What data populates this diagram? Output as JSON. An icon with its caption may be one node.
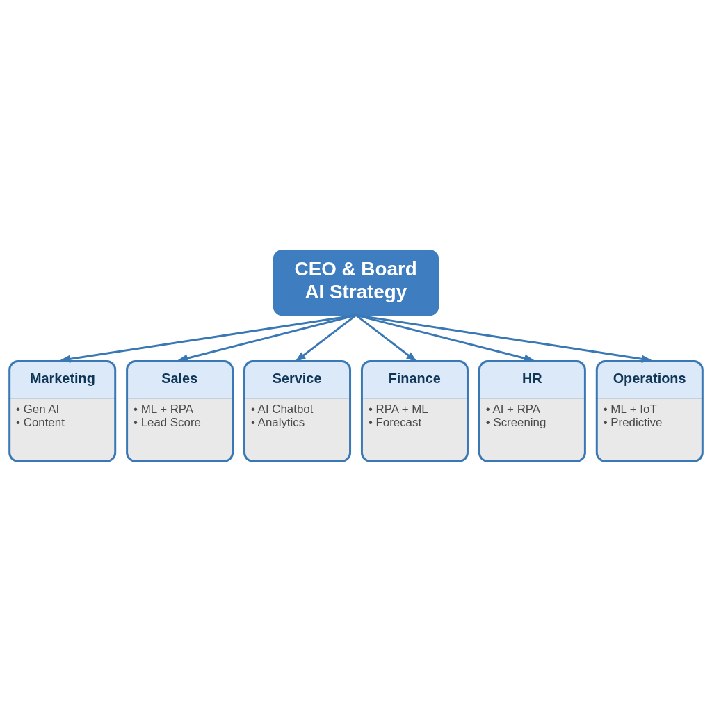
{
  "diagram": {
    "nodes": [
      {
        "text": [
          "CEO & Board AI Strategy"
        ]
      },
      {
        "text": [
          "Marketing",
          "• Gen AI",
          "• Content"
        ]
      },
      {
        "text": [
          "Sales",
          "• ML + RPA",
          "• Lead Score"
        ]
      },
      {
        "text": [
          "Service",
          "• AI Chatbot",
          "• Analytics"
        ]
      },
      {
        "text": [
          "Finance",
          "• RPA + ML",
          "• Forecast"
        ]
      },
      {
        "text": [
          "HR",
          "• AI + RPA",
          "• Screening"
        ]
      },
      {
        "text": [
          "Operations",
          "• ML + IoT",
          "• Predictive"
        ]
      }
    ],
    "edges": [
      {
        "from": 0,
        "to": 1,
        "arrow": "to"
      },
      {
        "from": 0,
        "to": 2,
        "arrow": "to"
      },
      {
        "from": 0,
        "to": 3,
        "arrow": "to"
      },
      {
        "from": 0,
        "to": 4,
        "arrow": "to"
      },
      {
        "from": 0,
        "to": 5,
        "arrow": "to"
      },
      {
        "from": 0,
        "to": 6,
        "arrow": "to"
      }
    ]
  }
}
